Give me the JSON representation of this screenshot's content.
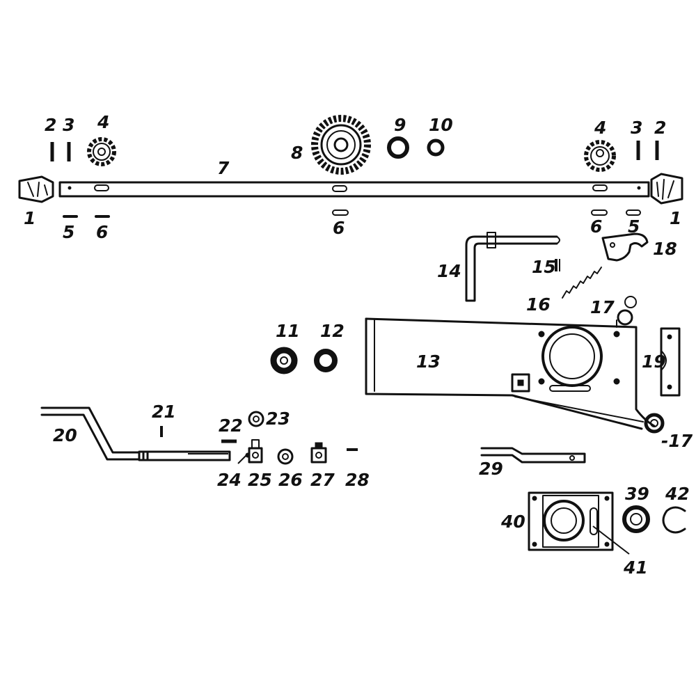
{
  "labels": [
    {
      "id": "l1a",
      "text": "1"
    },
    {
      "id": "l1b",
      "text": "1"
    },
    {
      "id": "l2a",
      "text": "2"
    },
    {
      "id": "l2b",
      "text": "2"
    },
    {
      "id": "l3a",
      "text": "3"
    },
    {
      "id": "l3b",
      "text": "3"
    },
    {
      "id": "l4a",
      "text": "4"
    },
    {
      "id": "l4b",
      "text": "4"
    },
    {
      "id": "l5a",
      "text": "5"
    },
    {
      "id": "l5b",
      "text": "5"
    },
    {
      "id": "l6a",
      "text": "6"
    },
    {
      "id": "l6b",
      "text": "6"
    },
    {
      "id": "l6c",
      "text": "6"
    },
    {
      "id": "l7",
      "text": "7"
    },
    {
      "id": "l8",
      "text": "8"
    },
    {
      "id": "l9",
      "text": "9"
    },
    {
      "id": "l10",
      "text": "10"
    },
    {
      "id": "l11",
      "text": "11"
    },
    {
      "id": "l12",
      "text": "12"
    },
    {
      "id": "l13",
      "text": "13"
    },
    {
      "id": "l14",
      "text": "14"
    },
    {
      "id": "l15",
      "text": "15"
    },
    {
      "id": "l16",
      "text": "16"
    },
    {
      "id": "l17a",
      "text": "17"
    },
    {
      "id": "l17b",
      "text": "-17"
    },
    {
      "id": "l18",
      "text": "18"
    },
    {
      "id": "l19",
      "text": "19"
    },
    {
      "id": "l20",
      "text": "20"
    },
    {
      "id": "l21",
      "text": "21"
    },
    {
      "id": "l22",
      "text": "22"
    },
    {
      "id": "l23",
      "text": "23"
    },
    {
      "id": "l24",
      "text": "24"
    },
    {
      "id": "l25",
      "text": "25"
    },
    {
      "id": "l26",
      "text": "26"
    },
    {
      "id": "l27",
      "text": "27"
    },
    {
      "id": "l28",
      "text": "28"
    },
    {
      "id": "l29",
      "text": "29"
    },
    {
      "id": "l39",
      "text": "39"
    },
    {
      "id": "l40",
      "text": "40"
    },
    {
      "id": "l41",
      "text": "41"
    },
    {
      "id": "l42",
      "text": "42"
    }
  ]
}
